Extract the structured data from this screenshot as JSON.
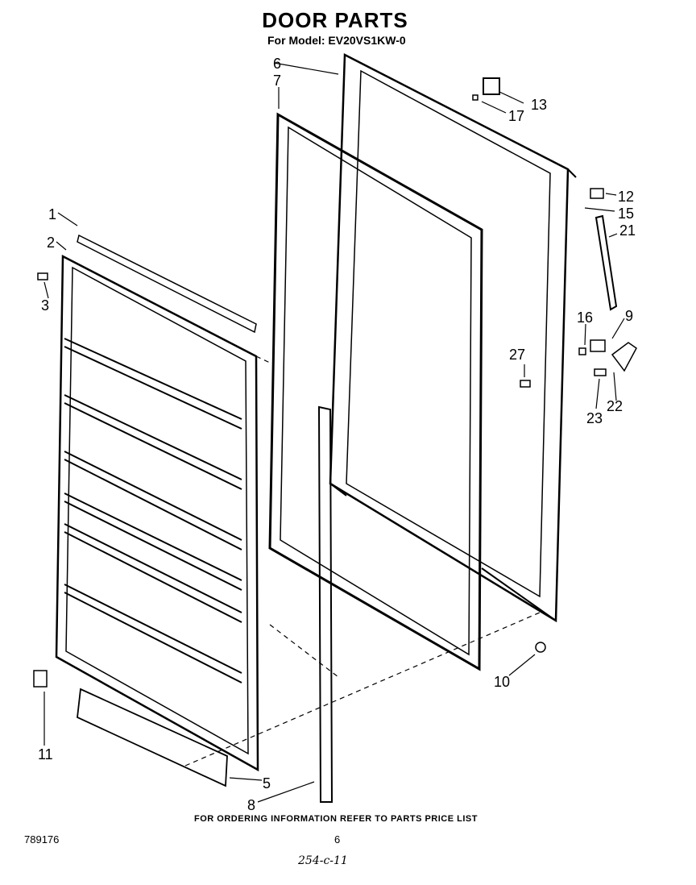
{
  "title": "DOOR PARTS",
  "subtitle": "For Model: EV20VS1KW-0",
  "footer_note": "FOR ORDERING INFORMATION REFER TO PARTS PRICE LIST",
  "doc_number": "789176",
  "page_number": "6",
  "handwritten_code": "254-c-11",
  "callouts": [
    "1",
    "2",
    "3",
    "5",
    "6",
    "7",
    "8",
    "9",
    "10",
    "11",
    "12",
    "13",
    "15",
    "16",
    "17",
    "21",
    "22",
    "23",
    "27"
  ]
}
